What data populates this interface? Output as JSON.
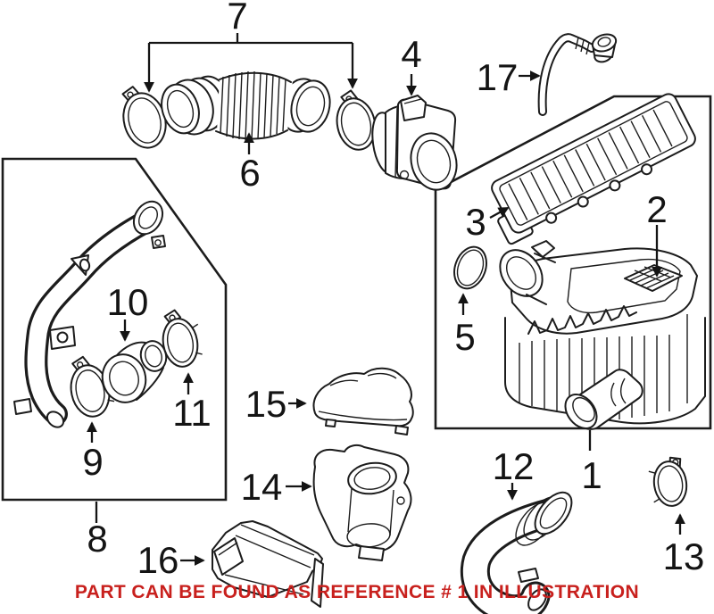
{
  "diagram": {
    "background_color": "#ffffff",
    "line_color": "#1c1c1c",
    "caption": {
      "text": "PART CAN BE FOUND AS REFERENCE # 1 IN ILLUSTRATION",
      "color": "#c8201d"
    },
    "callouts": [
      {
        "label": "1"
      },
      {
        "label": "2"
      },
      {
        "label": "3"
      },
      {
        "label": "4"
      },
      {
        "label": "5"
      },
      {
        "label": "6"
      },
      {
        "label": "7"
      },
      {
        "label": "8"
      },
      {
        "label": "9"
      },
      {
        "label": "10"
      },
      {
        "label": "11"
      },
      {
        "label": "12"
      },
      {
        "label": "13"
      },
      {
        "label": "14"
      },
      {
        "label": "15"
      },
      {
        "label": "16"
      },
      {
        "label": "17"
      }
    ]
  }
}
